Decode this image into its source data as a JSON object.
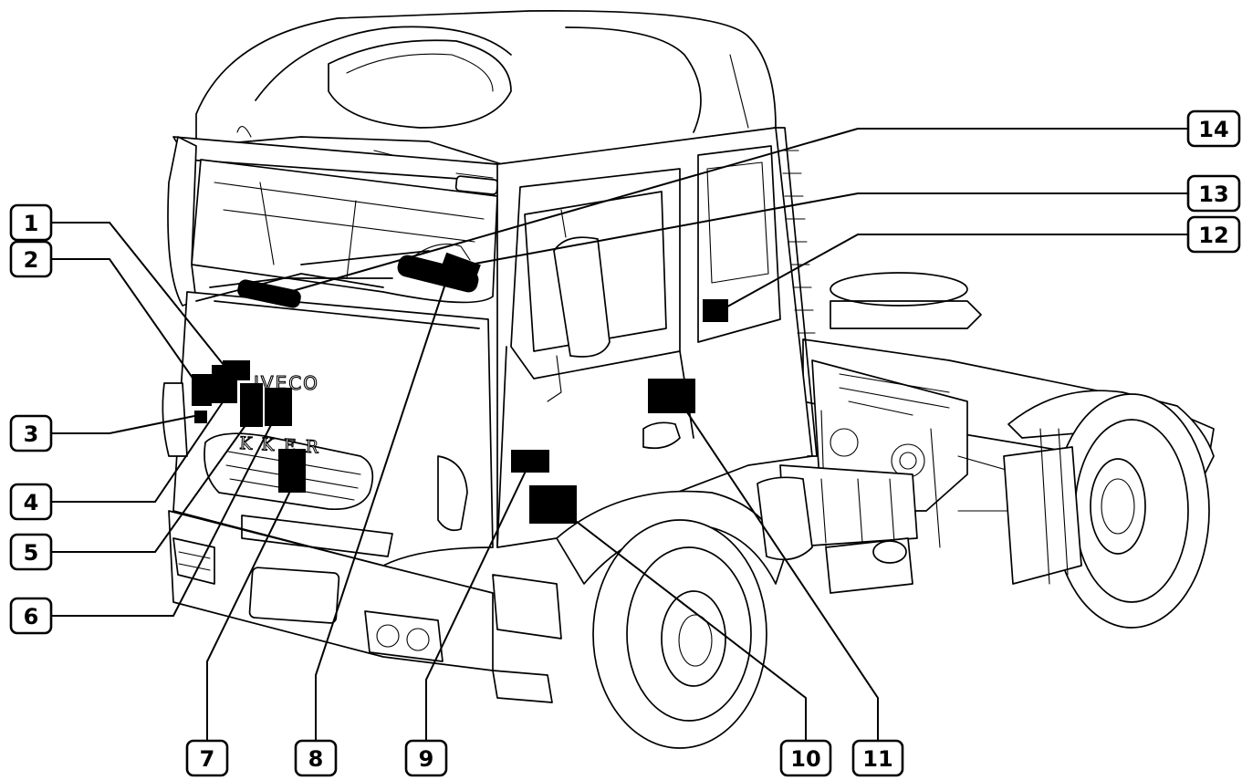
{
  "truck": {
    "brand_badge": "IVECO",
    "model_badge": "KKER"
  },
  "callouts": [
    {
      "id": "1",
      "label": "1"
    },
    {
      "id": "2",
      "label": "2"
    },
    {
      "id": "3",
      "label": "3"
    },
    {
      "id": "4",
      "label": "4"
    },
    {
      "id": "5",
      "label": "5"
    },
    {
      "id": "6",
      "label": "6"
    },
    {
      "id": "7",
      "label": "7"
    },
    {
      "id": "8",
      "label": "8"
    },
    {
      "id": "9",
      "label": "9"
    },
    {
      "id": "10",
      "label": "10"
    },
    {
      "id": "11",
      "label": "11"
    },
    {
      "id": "12",
      "label": "12"
    },
    {
      "id": "13",
      "label": "13"
    },
    {
      "id": "14",
      "label": "14"
    }
  ],
  "colors": {
    "line": "#000000",
    "background": "#ffffff",
    "marker": "#000000"
  }
}
